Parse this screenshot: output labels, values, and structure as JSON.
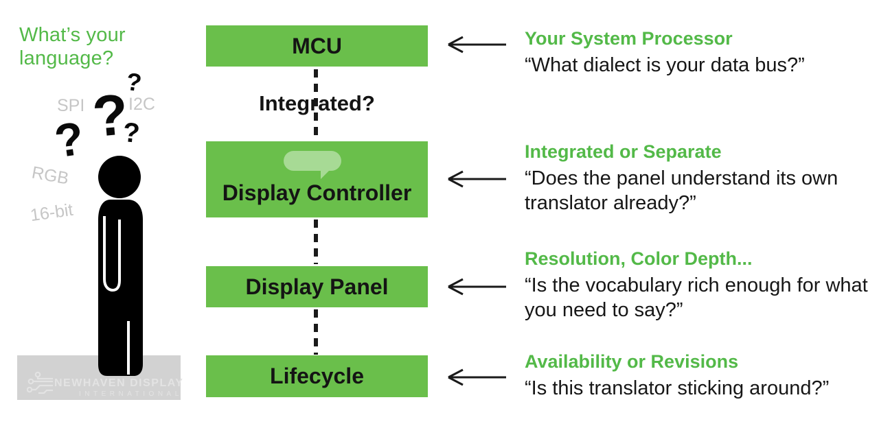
{
  "colors": {
    "box_green": "#6abf4b",
    "heading_green": "#53b948",
    "bubble_green": "#a7da95",
    "gray_label": "#c6c6c6",
    "watermark_bg": "#d2d2d2",
    "watermark_text": "#e3e3e3",
    "ink": "#161616"
  },
  "left": {
    "title_line1": "What’s your",
    "title_line2": "language?",
    "protocols": [
      "SPI",
      "I2C",
      "RGB",
      "16-bit"
    ],
    "question_marks": [
      "?",
      "?",
      "?",
      "?"
    ],
    "watermark": {
      "name": "NEWHAVEN DISPLAY",
      "subtitle": "INTERNATIONAL"
    }
  },
  "flow": {
    "nodes": [
      {
        "label": "MCU"
      },
      {
        "label": "Display Controller"
      },
      {
        "label": "Display Panel"
      },
      {
        "label": "Lifecycle"
      }
    ],
    "connector_label": "Integrated?"
  },
  "annotations": [
    {
      "heading": "Your System Processor",
      "quote": "“What dialect is your data bus?”"
    },
    {
      "heading": "Integrated or Separate",
      "quote": "“Does the panel understand its own translator already?”"
    },
    {
      "heading": "Resolution, Color Depth...",
      "quote": "“Is the vocabulary rich enough for what you need to say?”"
    },
    {
      "heading": "Availability or Revisions",
      "quote": "“Is this translator sticking around?”"
    }
  ]
}
